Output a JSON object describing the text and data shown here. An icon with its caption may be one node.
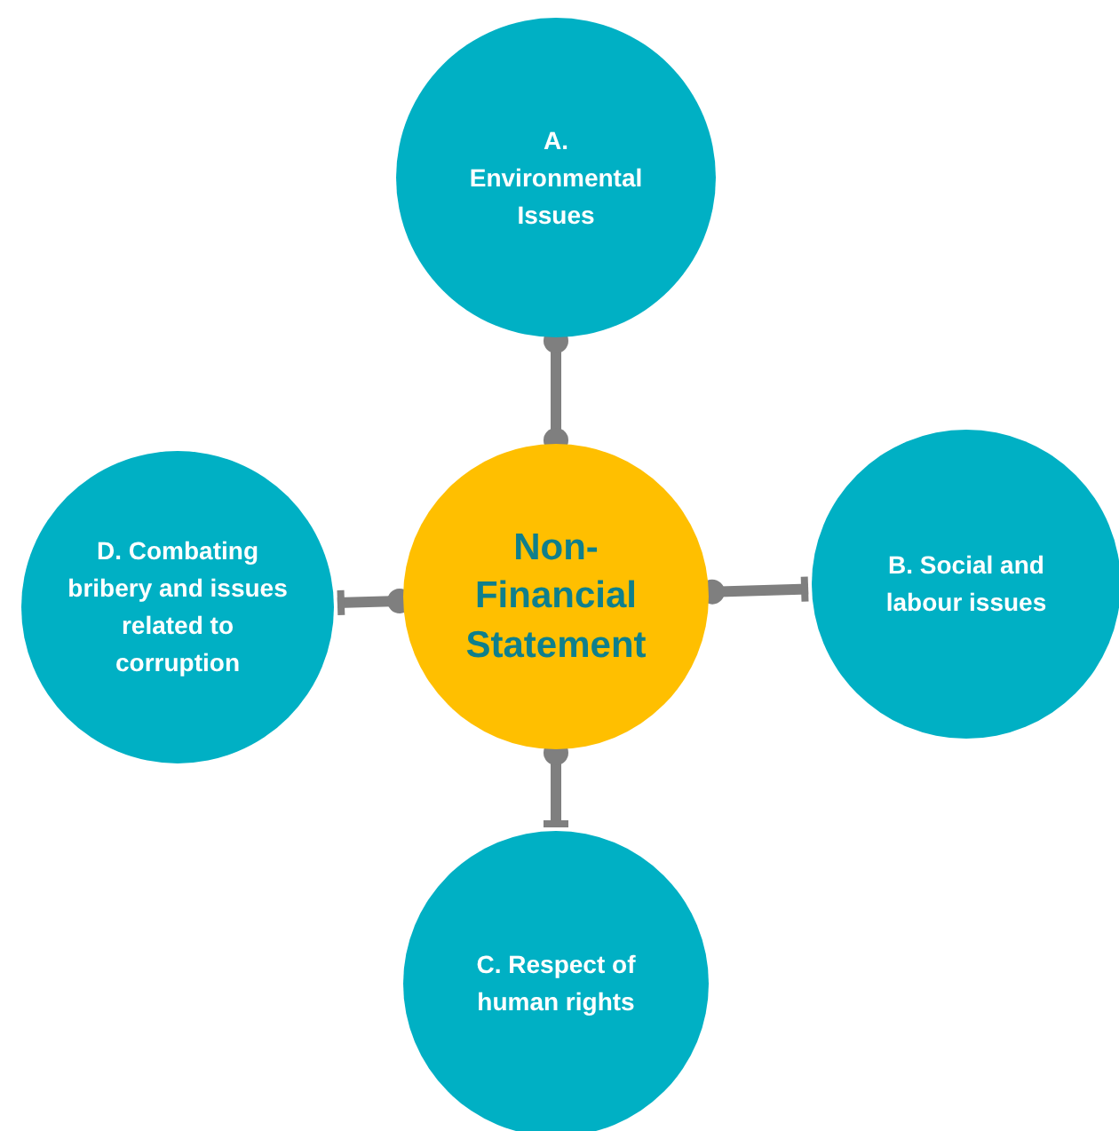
{
  "diagram": {
    "nodes": [
      {
        "text": [
          "A. Environmental Issues"
        ]
      },
      {
        "text": [
          "D. Combating bribery and issues related to corruption"
        ]
      },
      {
        "text": [
          "Non-Financial Statement"
        ]
      },
      {
        "text": [
          "B. Social and labour issues"
        ]
      },
      {
        "text": [
          "C. Respect of human rights"
        ]
      }
    ],
    "edges": [
      {
        "from": 2,
        "to": 0,
        "arrow": "other"
      },
      {
        "from": 2,
        "to": 3,
        "arrow": "other"
      },
      {
        "from": 2,
        "to": 4,
        "arrow": "other"
      },
      {
        "from": 2,
        "to": 1,
        "arrow": "other"
      }
    ]
  }
}
